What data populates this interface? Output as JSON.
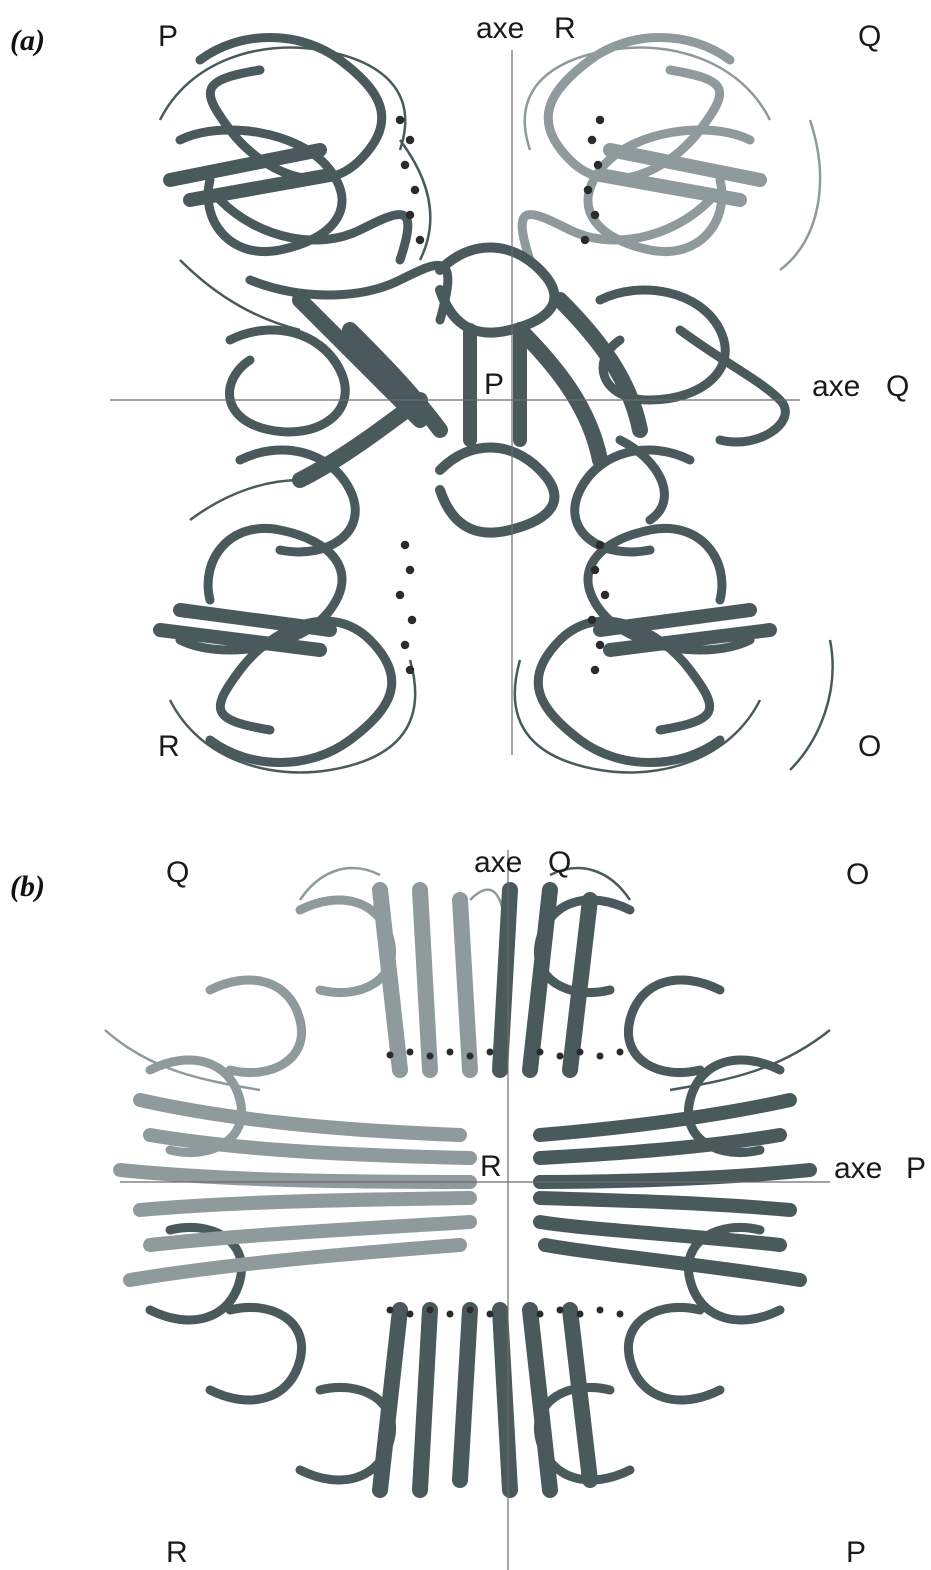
{
  "panel_a": {
    "tag": "(a)",
    "corner_top_left": "P",
    "corner_top_right": "Q",
    "corner_bottom_left": "R",
    "corner_bottom_right": "O",
    "axis_vertical": "axe",
    "axis_vertical_letter": "R",
    "axis_horizontal": "axe",
    "axis_horizontal_letter": "Q",
    "center": "P"
  },
  "panel_b": {
    "tag": "(b)",
    "corner_top_left": "Q",
    "corner_top_right": "O",
    "corner_bottom_left": "R",
    "corner_bottom_right": "P",
    "axis_vertical": "axe",
    "axis_vertical_letter": "Q",
    "axis_horizontal": "axe",
    "axis_horizontal_letter": "P",
    "center": "R"
  },
  "colors": {
    "dark_subunit": "#4a5a5c",
    "light_subunit": "#8e9a9b",
    "axis_line": "#6b6b6b",
    "ligand": "#2b2b2b"
  }
}
